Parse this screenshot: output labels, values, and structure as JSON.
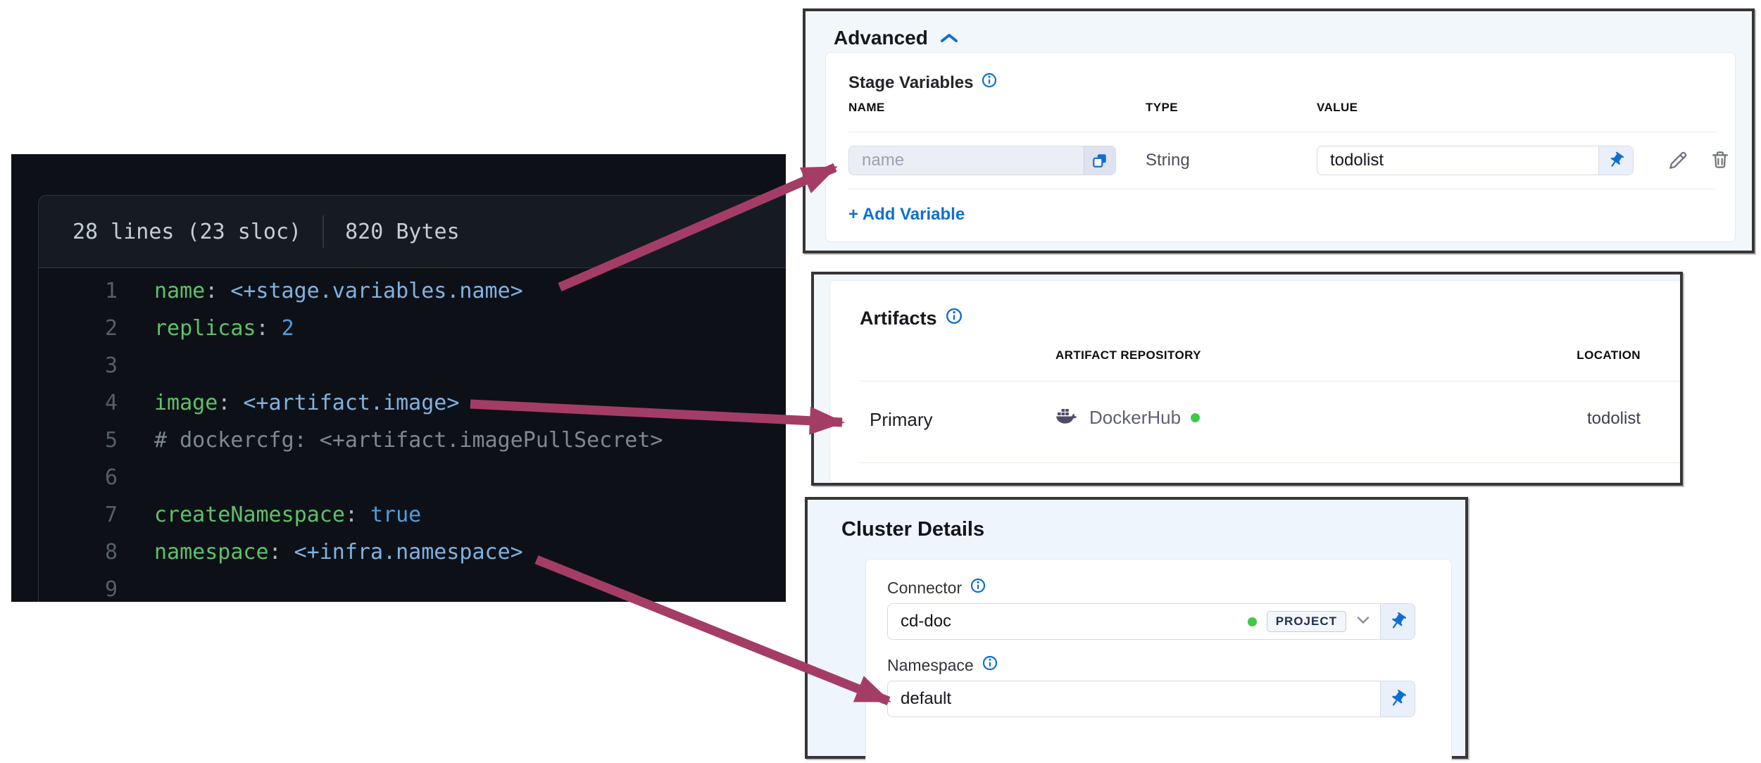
{
  "colors": {
    "arrow": "#a43d66",
    "accent_blue": "#0f6fd1",
    "success_green": "#3fc94c",
    "code_background": "#0d1117",
    "code_key_green": "#5fc06a",
    "code_value_blue": "#80b2e2"
  },
  "code_panel": {
    "stats_lines": "28 lines (23 sloc)",
    "stats_size": "820 Bytes",
    "lines": [
      {
        "num": "1",
        "key": "name",
        "sep": ":",
        "value": "<+stage.variables.name>"
      },
      {
        "num": "2",
        "key": "replicas",
        "sep": ":",
        "value": "2"
      },
      {
        "num": "3"
      },
      {
        "num": "4",
        "key": "image",
        "sep": ":",
        "value": "<+artifact.image>"
      },
      {
        "num": "5",
        "comment": "# dockercfg: <+artifact.imagePullSecret>"
      },
      {
        "num": "6"
      },
      {
        "num": "7",
        "key": "createNamespace",
        "sep": ":",
        "value": "true"
      },
      {
        "num": "8",
        "key": "namespace",
        "sep": ":",
        "value": "<+infra.namespace>"
      },
      {
        "num": "9"
      }
    ]
  },
  "advanced_panel": {
    "title": "Advanced",
    "section_label": "Stage Variables",
    "columns": {
      "name": "NAME",
      "type": "TYPE",
      "value": "VALUE"
    },
    "variable_row": {
      "name_placeholder": "name",
      "type": "String",
      "value": "todolist"
    },
    "add_variable_label": "+ Add Variable"
  },
  "artifacts_panel": {
    "title": "Artifacts",
    "columns": {
      "repository": "ARTIFACT REPOSITORY",
      "location": "LOCATION"
    },
    "row": {
      "name": "Primary",
      "repository": "DockerHub",
      "location": "todolist"
    }
  },
  "cluster_panel": {
    "title": "Cluster Details",
    "connector": {
      "label": "Connector",
      "value": "cd-doc",
      "scope_badge": "PROJECT"
    },
    "namespace": {
      "label": "Namespace",
      "value": "default"
    }
  },
  "icons": {
    "chevron_up": "⌃",
    "chevron_down": "⌄",
    "info": "ⓘ",
    "copy": "⧉",
    "pin": "📌",
    "edit": "✎",
    "delete": "🗑",
    "docker_whale": "🐳",
    "status_dot": "●"
  }
}
